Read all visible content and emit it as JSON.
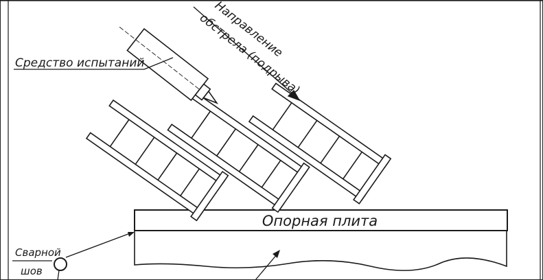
{
  "labels": {
    "test_tool": "Средство испытаний",
    "direction_line1": "Направление",
    "direction_line2": "обстрела (подрыва)",
    "plate": "Опорная плита",
    "weld_line1": "Сварной",
    "weld_line2": "шов"
  },
  "colors": {
    "ink": "#1a1a1a",
    "paper": "#ffffff"
  }
}
